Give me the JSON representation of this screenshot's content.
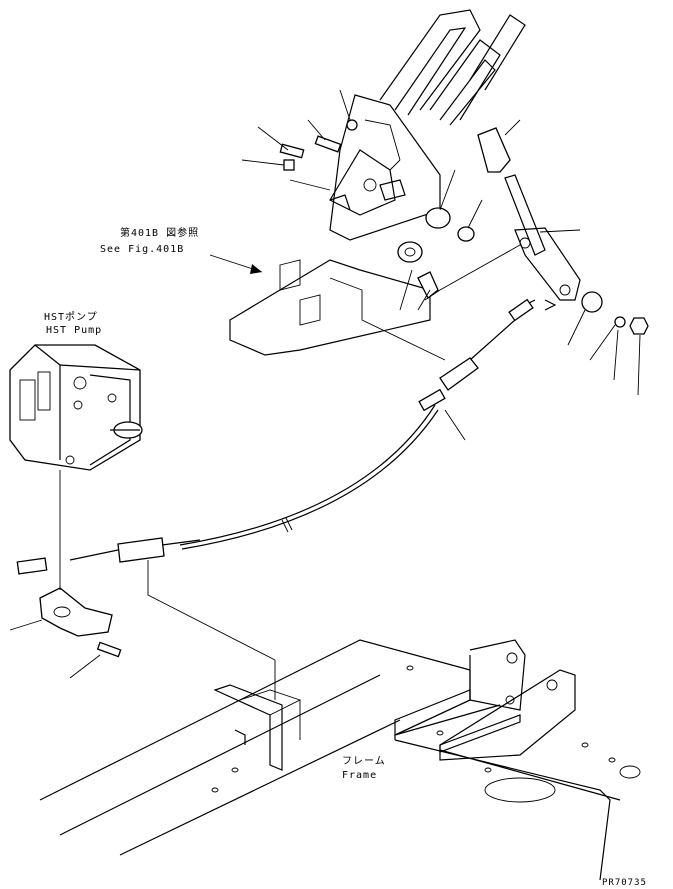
{
  "labels": {
    "ref_jp": "第401B 図参照",
    "ref_en": "See Fig.401B",
    "pump_jp": "HSTポンプ",
    "pump_en": "HST Pump",
    "frame_jp": "フレーム",
    "frame_en": "Frame",
    "drawing_no": "PR70735"
  }
}
